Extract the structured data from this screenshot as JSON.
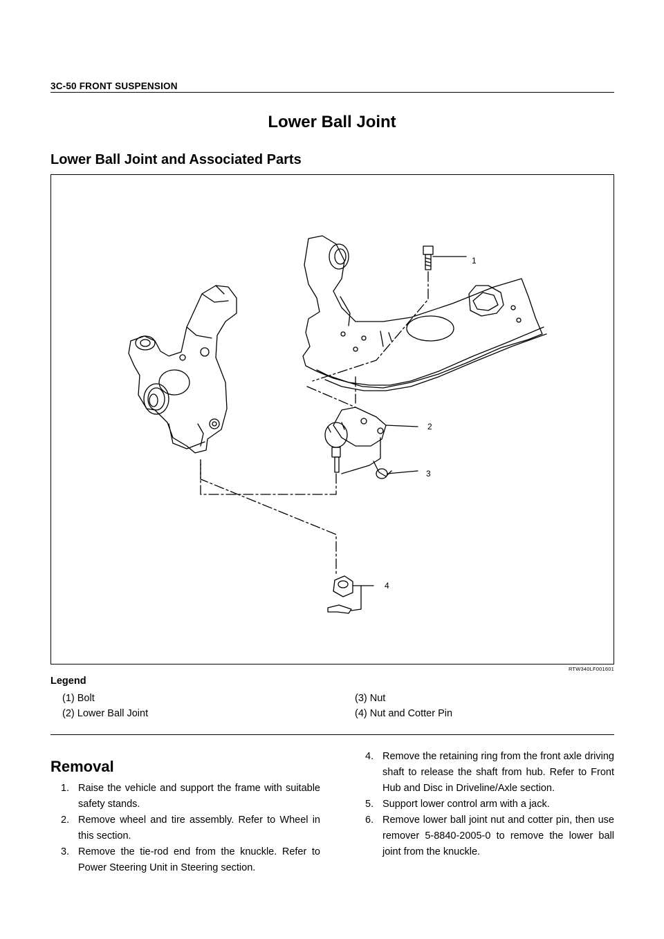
{
  "header": {
    "section": "3C-50  FRONT SUSPENSION"
  },
  "page_title": "Lower Ball Joint",
  "subtitle": "Lower Ball Joint and Associated Parts",
  "figure": {
    "code": "RTW340LF001601",
    "callouts": [
      "1",
      "2",
      "3",
      "4"
    ]
  },
  "legend": {
    "title": "Legend",
    "items": [
      "(1) Bolt",
      "(2) Lower Ball Joint",
      "(3) Nut",
      "(4) Nut and Cotter Pin"
    ]
  },
  "removal": {
    "heading": "Removal",
    "steps": [
      {
        "num": "1.",
        "text": "Raise the vehicle and support the frame with suitable safety stands."
      },
      {
        "num": "2.",
        "text": "Remove wheel and tire assembly. Refer to Wheel in this section."
      },
      {
        "num": "3.",
        "text": "Remove the tie-rod end from the knuckle. Refer to Power Steering Unit in Steering section."
      },
      {
        "num": "4.",
        "text": "Remove the retaining ring from the front axle driving shaft to release the shaft from hub. Refer to Front Hub and Disc in Driveline/Axle section."
      },
      {
        "num": "5.",
        "text": "Support lower control arm with a jack."
      },
      {
        "num": "6.",
        "text": "Remove lower ball joint nut and cotter pin, then use remover 5-8840-2005-0 to remove the lower ball joint from the knuckle."
      }
    ]
  }
}
